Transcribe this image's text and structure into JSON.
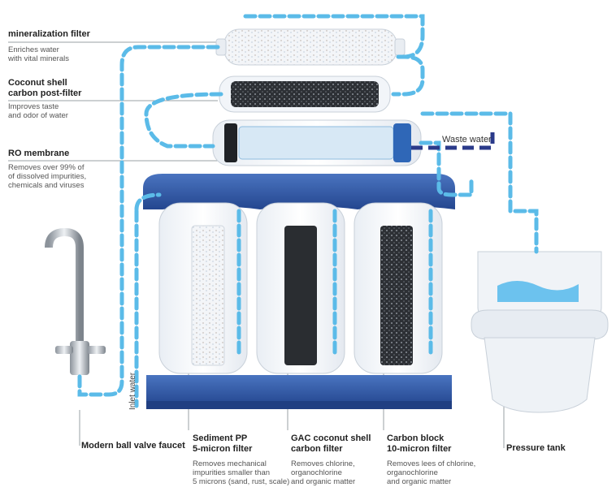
{
  "labels": {
    "mineralization": {
      "title": "mineralization filter",
      "desc": [
        "Enriches water",
        "with vital minerals"
      ]
    },
    "postfilter": {
      "title": [
        "Coconut shell",
        "carbon post-filter"
      ],
      "desc": [
        "Improves taste",
        "and odor of water"
      ]
    },
    "membrane": {
      "title": "RO membrane",
      "desc": [
        "Removes over 99% of",
        "of dissolved impurities,",
        "chemicals and viruses"
      ]
    },
    "waste": "Waste water",
    "inlet": "Inlet water",
    "faucet": "Modern ball valve faucet",
    "tank": "Pressure tank",
    "sediment": {
      "title": [
        "Sediment PP",
        "5-micron filter"
      ],
      "desc": [
        "Removes mechanical",
        "impurities smaller than",
        "5 microns (sand, rust, scale)"
      ]
    },
    "gac": {
      "title": [
        "GAC coconut shell",
        "carbon filter"
      ],
      "desc": [
        "Removes chlorine,",
        "organochlorine",
        "and organic matter"
      ]
    },
    "carbon": {
      "title": [
        "Carbon block",
        "10-micron filter"
      ],
      "desc": [
        "Removes lees of chlorine,",
        "organochlorine",
        "and organic matter"
      ]
    }
  },
  "colors": {
    "flow": "#5bbbe8",
    "waste": "#2a3a8a",
    "housing": "#2f57a6",
    "text": "#222222"
  }
}
